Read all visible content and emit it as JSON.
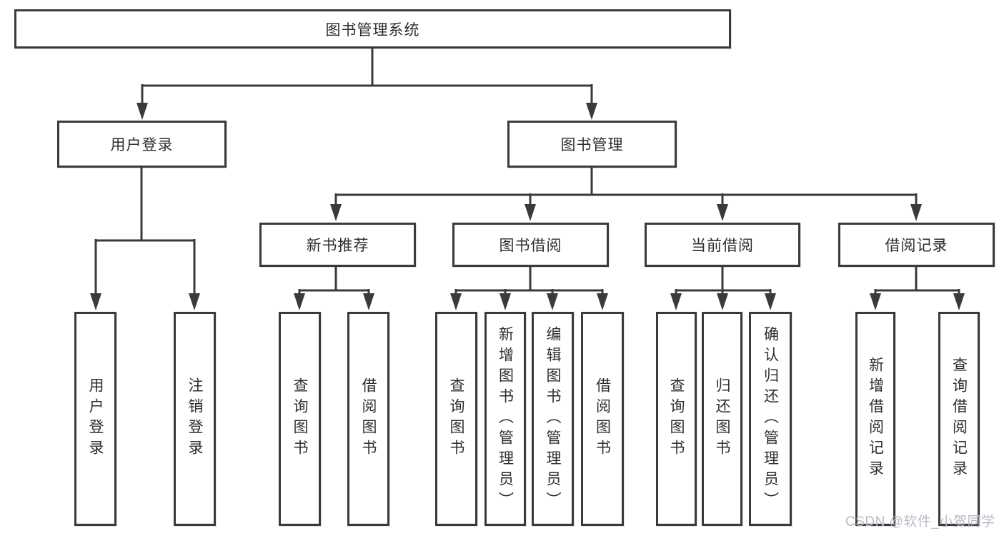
{
  "diagram": {
    "type": "tree-structure-chart",
    "root": {
      "label": "图书管理系统"
    },
    "branches": [
      {
        "label": "用户登录",
        "children": [
          {
            "label": "用户登录"
          },
          {
            "label": "注销登录"
          }
        ]
      },
      {
        "label": "图书管理",
        "children": [
          {
            "label": "新书推荐",
            "children": [
              {
                "label": "查询图书"
              },
              {
                "label": "借阅图书"
              }
            ]
          },
          {
            "label": "图书借阅",
            "children": [
              {
                "label": "查询图书"
              },
              {
                "label": "新增图书（管理员）"
              },
              {
                "label": "编辑图书（管理员）"
              },
              {
                "label": "借阅图书"
              }
            ]
          },
          {
            "label": "当前借阅",
            "children": [
              {
                "label": "查询图书"
              },
              {
                "label": "归还图书"
              },
              {
                "label": "确认归还（管理员）"
              }
            ]
          },
          {
            "label": "借阅记录",
            "children": [
              {
                "label": "新增借阅记录"
              },
              {
                "label": "查询借阅记录"
              }
            ]
          }
        ]
      }
    ]
  },
  "watermark": {
    "text": "CSDN @软件_小贺同学"
  },
  "colors": {
    "line": "#3a3a3a",
    "box_border": "#3a3a3a",
    "text": "#2e2e2e",
    "background": "#ffffff",
    "watermark": "#b6bbc3"
  }
}
